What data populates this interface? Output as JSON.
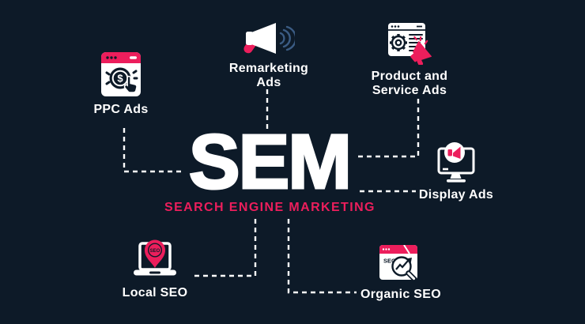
{
  "title": {
    "main": "SEM",
    "subtitle": "SEARCH ENGINE MARKETING"
  },
  "nodes": [
    {
      "id": "ppc-ads",
      "label": "PPC Ads",
      "icon": "browser-dollar-click-icon"
    },
    {
      "id": "remarketing-ads",
      "label": "Remarketing\nAds",
      "icon": "megaphone-icon"
    },
    {
      "id": "product-service-ads",
      "label": "Product and\nService Ads",
      "icon": "browser-gear-megaphone-icon"
    },
    {
      "id": "display-ads",
      "label": "Display Ads",
      "icon": "monitor-speaker-icon"
    },
    {
      "id": "local-seo",
      "label": "Local SEO",
      "icon": "laptop-location-pin-icon"
    },
    {
      "id": "organic-seo",
      "label": "Organic SEO",
      "icon": "browser-seo-growth-icon"
    }
  ],
  "icon_badge_text": {
    "local_seo_pin": "SEO",
    "organic_seo_window": "SEO",
    "ppc_currency": "$"
  },
  "colors": {
    "background": "#0d1a28",
    "accent_pink": "#ec1e5c",
    "text_white": "#ffffff",
    "sound_wave_blue": "#3b5c84"
  }
}
